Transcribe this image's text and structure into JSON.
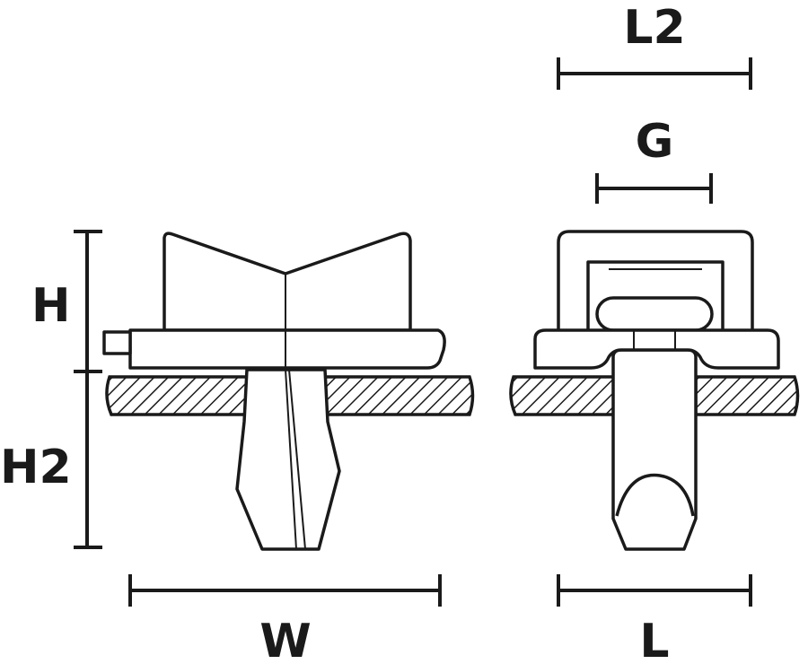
{
  "labels": {
    "height_top": "H",
    "height_bottom": "H2",
    "width": "W",
    "length": "L",
    "length_top": "L2",
    "gap": "G"
  },
  "colors": {
    "line": "#1a1a1a",
    "background": "#ffffff"
  }
}
